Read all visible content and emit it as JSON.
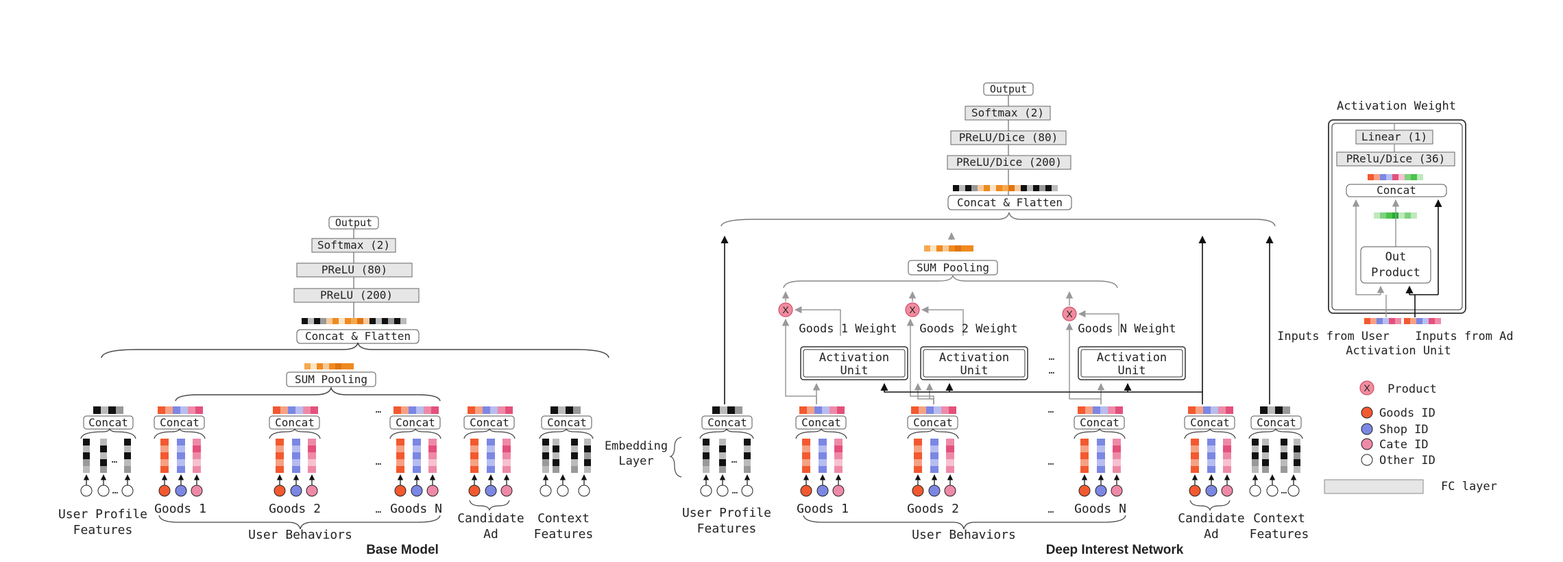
{
  "base_model": {
    "title": "Base Model",
    "output": "Output",
    "softmax": "Softmax (2)",
    "prelu_80": "PReLU (80)",
    "prelu_200": "PReLU (200)",
    "concat_flatten": "Concat & Flatten",
    "sum_pooling": "SUM Pooling",
    "concat": "Concat",
    "user_profile": "User Profile",
    "features": "Features",
    "goods_1": "Goods 1",
    "goods_2": "Goods 2",
    "goods_n": "Goods N",
    "user_behaviors": "User Behaviors",
    "candidate": "Candidate",
    "ad": "Ad",
    "context": "Context",
    "ellipsis": "…"
  },
  "din": {
    "title": "Deep Interest Network",
    "output": "Output",
    "softmax": "Softmax (2)",
    "dice_80": "PReLU/Dice (80)",
    "dice_200": "PReLU/Dice (200)",
    "concat_flatten": "Concat & Flatten",
    "sum_pooling": "SUM Pooling",
    "goods_1_weight": "Goods 1 Weight",
    "goods_2_weight": "Goods 2 Weight",
    "goods_n_weight": "Goods N Weight",
    "activation": "Activation",
    "unit": "Unit",
    "product_symbol": "X",
    "embedding": "Embedding",
    "layer": "Layer",
    "concat": "Concat",
    "user_profile": "User Profile",
    "features": "Features",
    "goods_1": "Goods 1",
    "goods_2": "Goods 2",
    "goods_n": "Goods N",
    "user_behaviors": "User Behaviors",
    "candidate": "Candidate",
    "ad": "Ad",
    "context": "Context",
    "ellipsis": "…"
  },
  "activation_unit": {
    "activation_weight": "Activation Weight",
    "linear": "Linear (1)",
    "dice_36": "PRelu/Dice (36)",
    "concat": "Concat",
    "out": "Out",
    "product": "Product",
    "inputs_from_user": "Inputs from User",
    "inputs_from_ad": "Inputs from Ad",
    "caption": "Activation Unit"
  },
  "legend": {
    "product": "Product",
    "product_symbol": "X",
    "goods_id": "Goods ID",
    "shop_id": "Shop ID",
    "cate_id": "Cate ID",
    "other_id": "Other ID",
    "fc_layer": "FC layer"
  },
  "colors": {
    "goods": "#f2592f",
    "shop": "#7b87e3",
    "cate": "#ee8aa8",
    "other": "#ffffff",
    "fc": "#e6e6e6",
    "product": "#f08c9f",
    "orange": "#ef8a1e",
    "green": "#4cc34a"
  }
}
